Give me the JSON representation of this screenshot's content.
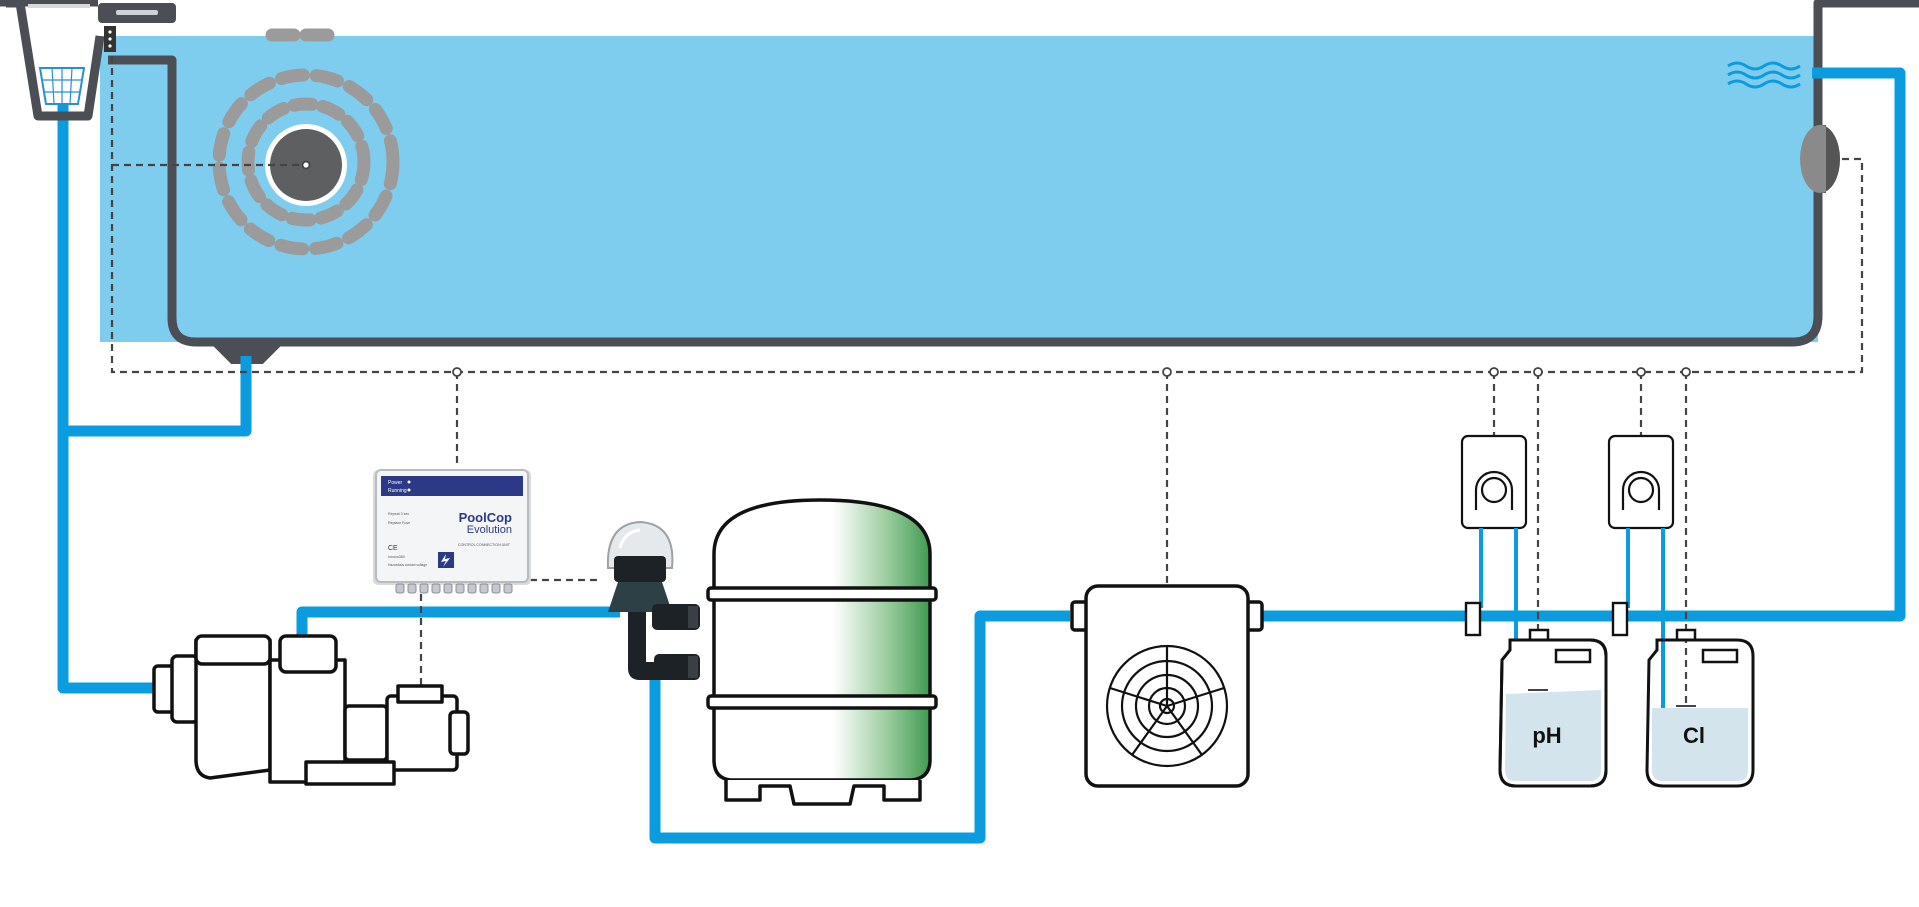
{
  "controller": {
    "status_power": "Power",
    "status_running": "Running",
    "brand_line1": "PoolCop",
    "brand_line2": "Evolution",
    "panel_title": "CONTROL CONNECTION UNIT",
    "product_line1": "Repeat 3 sec",
    "product_line2": "Replace Fuse",
    "certification": "CE",
    "maker": "Innovo360",
    "warning_text": "Hazardous contact voltage",
    "warning_icon": "high-voltage-icon"
  },
  "dosing": [
    {
      "container_label": "pH",
      "pump_icon": "peristaltic-pump-icon"
    },
    {
      "container_label": "Cl",
      "pump_icon": "peristaltic-pump-icon"
    }
  ],
  "colors": {
    "water": "#7fcdee",
    "pipe": "#0a9cdf",
    "pool_wall": "#4b4f55",
    "outline": "#111111",
    "cable": "#444444",
    "filter_media": "#3f9a52",
    "controller_header": "#2c3987",
    "jerrican_liquid": "#d4e4ec"
  },
  "icons": [
    "skimmer-basket-icon",
    "pool-robot-cleaner-icon",
    "water-level-waves-icon",
    "underwater-light-icon",
    "circulation-pump-icon",
    "multiport-valve-icon",
    "sand-filter-icon",
    "heat-pump-fan-icon",
    "peristaltic-pump-icon",
    "chemical-jerrican-icon",
    "high-voltage-icon"
  ]
}
